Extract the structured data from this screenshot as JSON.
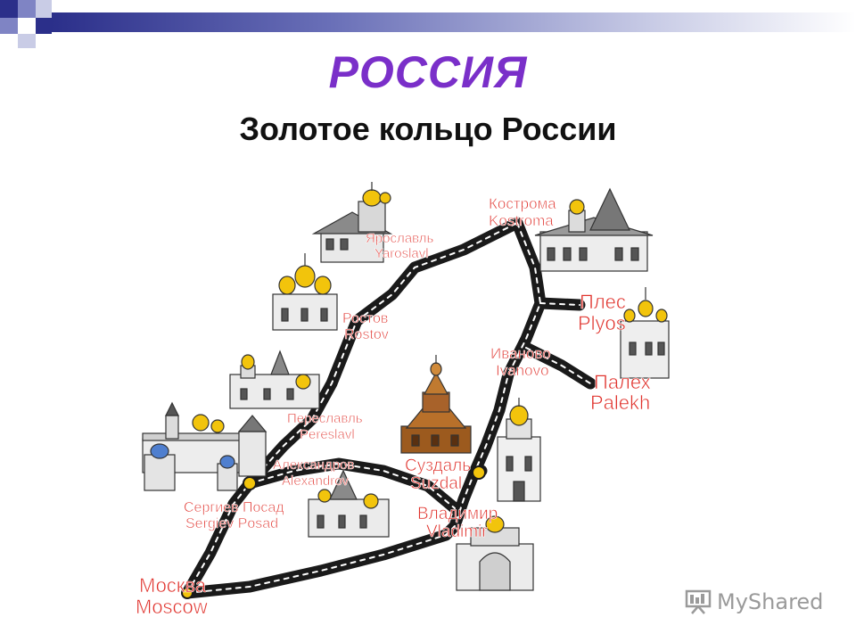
{
  "title": "РОССИЯ",
  "subtitle": "Золотое кольцо России",
  "cities": [
    {
      "id": "kostroma",
      "ru": "Кострома",
      "en": "Kostroma"
    },
    {
      "id": "yaroslavl",
      "ru": "Ярославль",
      "en": "Yaroslavl"
    },
    {
      "id": "rostov",
      "ru": "Ростов",
      "en": "Rostov"
    },
    {
      "id": "ples",
      "ru": "Плес",
      "en": "Plyos"
    },
    {
      "id": "ivanovo",
      "ru": "Иваново",
      "en": "Ivanovo"
    },
    {
      "id": "palekh",
      "ru": "Палех",
      "en": "Palekh"
    },
    {
      "id": "pereslavl",
      "ru": "Переславль",
      "en": "Pereslavl"
    },
    {
      "id": "alexandrov",
      "ru": "Александров",
      "en": "Alexandrov"
    },
    {
      "id": "suzdal",
      "ru": "Суздаль",
      "en": "Suzdal"
    },
    {
      "id": "sergiev",
      "ru": "Сергиев Посад",
      "en": "Sergiev Posad"
    },
    {
      "id": "vladimir",
      "ru": "Владимир",
      "en": "Vladimir"
    },
    {
      "id": "moscow",
      "ru": "Москва",
      "en": "Moscow"
    }
  ],
  "watermark": {
    "text": "MyShared",
    "icon": "projector-screen-icon"
  },
  "colors": {
    "title": "#7a2fc9",
    "label": "#e0322c",
    "road": "#1a1a1a",
    "gold": "#f2c40c"
  }
}
